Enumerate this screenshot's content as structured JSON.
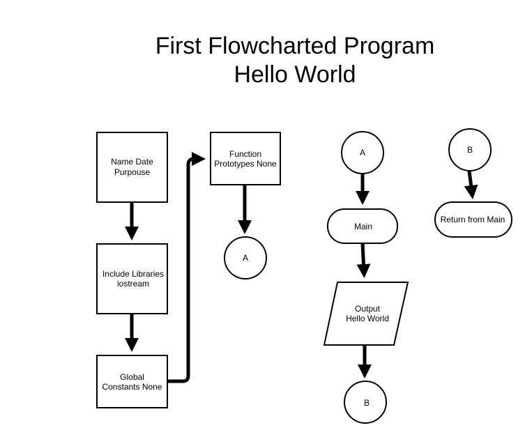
{
  "title": {
    "line1": "First Flowcharted Program",
    "line2": "Hello World"
  },
  "nodes": {
    "name_date": [
      "Name Date",
      "Purpouse"
    ],
    "include_libs": [
      "Include Libraries",
      "iostream"
    ],
    "global_constants": [
      "Global",
      "Constants None"
    ],
    "function_prototypes": [
      "Function",
      "Prototypes None"
    ],
    "connector_a_left": [
      "A"
    ],
    "connector_a_top": [
      "A"
    ],
    "main": [
      "Main"
    ],
    "output": [
      "Output",
      "Hello World"
    ],
    "connector_b_bottom": [
      "B"
    ],
    "connector_b_top": [
      "B"
    ],
    "return_main": [
      "Return from Main"
    ]
  }
}
